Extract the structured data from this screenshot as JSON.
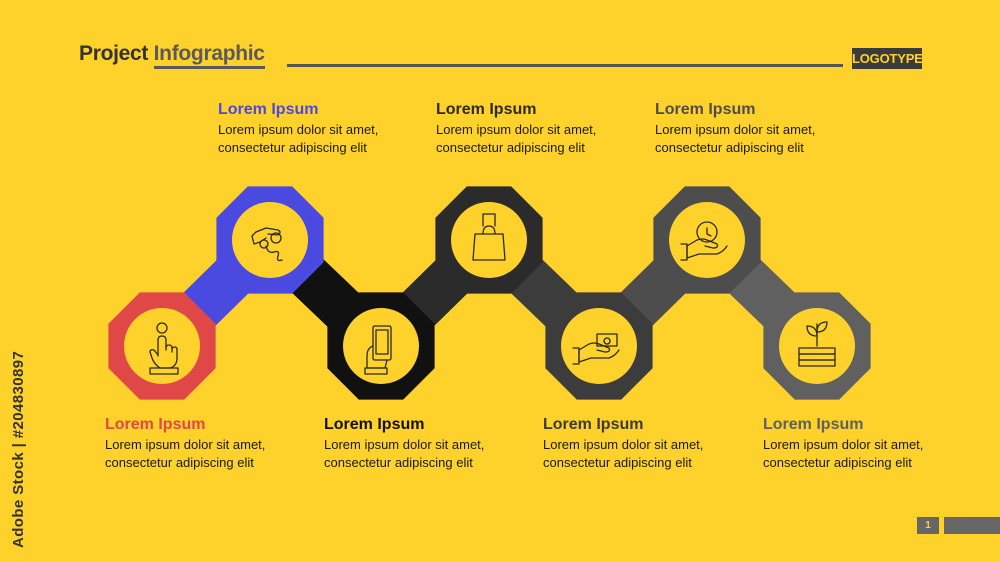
{
  "header": {
    "title_part1": "Project",
    "title_part2": "Infographic",
    "logotype": "LOGOTYPE"
  },
  "steps": [
    {
      "heading": "Lorem Ipsum",
      "body": "Lorem ipsum dolor sit amet, consectetur adipiscing elit",
      "color": "#E04848",
      "icon": "finger-tap-icon"
    },
    {
      "heading": "Lorem Ipsum",
      "body": "Lorem ipsum dolor sit amet, consectetur adipiscing elit",
      "color": "#4A4AE0",
      "icon": "hand-coins-icon"
    },
    {
      "heading": "Lorem Ipsum",
      "body": "Lorem ipsum dolor sit amet, consectetur adipiscing elit",
      "color": "#111111",
      "icon": "hand-phone-icon"
    },
    {
      "heading": "Lorem Ipsum",
      "body": "Lorem ipsum dolor sit amet, consectetur adipiscing elit",
      "color": "#2b2b2b",
      "icon": "hand-bag-icon"
    },
    {
      "heading": "Lorem Ipsum",
      "body": "Lorem ipsum dolor sit amet, consectetur adipiscing elit",
      "color": "#3c3c3c",
      "icon": "hand-card-icon"
    },
    {
      "heading": "Lorem Ipsum",
      "body": "Lorem ipsum dolor sit amet, consectetur adipiscing elit",
      "color": "#4d4d4d",
      "icon": "hand-clock-icon"
    },
    {
      "heading": "Lorem Ipsum",
      "body": "Lorem ipsum dolor sit amet, consectetur adipiscing elit",
      "color": "#606060",
      "icon": "money-plant-icon"
    }
  ],
  "footer": {
    "page_number": "1",
    "stock_watermark": "Adobe Stock | #204830897"
  }
}
